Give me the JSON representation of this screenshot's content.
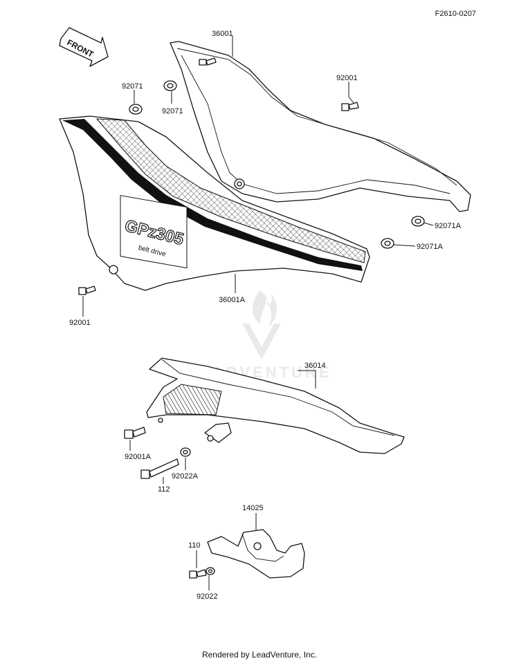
{
  "diagram_ref": "F2610-0207",
  "front_arrow_label": "FRONT",
  "decal_text": "GPz305",
  "decal_subtext": "belt drive",
  "watermark_text": "LEADVENTURE",
  "footer_text": "Rendered by LeadVenture, Inc.",
  "parts": [
    {
      "id": "p-36001",
      "label": "36001"
    },
    {
      "id": "p-92001-top",
      "label": "92001"
    },
    {
      "id": "p-92071-left",
      "label": "92071"
    },
    {
      "id": "p-92071-mid",
      "label": "92071"
    },
    {
      "id": "p-92071A-right",
      "label": "92071A"
    },
    {
      "id": "p-92071A-lower",
      "label": "92071A"
    },
    {
      "id": "p-36001A",
      "label": "36001A"
    },
    {
      "id": "p-92001-left",
      "label": "92001"
    },
    {
      "id": "p-36014",
      "label": "36014"
    },
    {
      "id": "p-92001A",
      "label": "92001A"
    },
    {
      "id": "p-92022A",
      "label": "92022A"
    },
    {
      "id": "p-112",
      "label": "112"
    },
    {
      "id": "p-14025",
      "label": "14025"
    },
    {
      "id": "p-110",
      "label": "110"
    },
    {
      "id": "p-92022",
      "label": "92022"
    }
  ]
}
